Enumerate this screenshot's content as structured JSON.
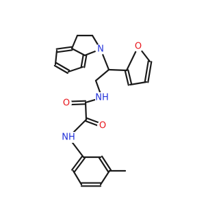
{
  "molecule": {
    "atom_labels": {
      "n_indoline": "N",
      "o_furan": "O",
      "nh_upper": "NH",
      "o_carbonyl_1": "O",
      "o_carbonyl_2": "O",
      "nh_lower": "NH"
    },
    "colors": {
      "bond": "#1a1a1a",
      "nitrogen": "#1f2fd8",
      "oxygen": "#e8141a"
    }
  }
}
